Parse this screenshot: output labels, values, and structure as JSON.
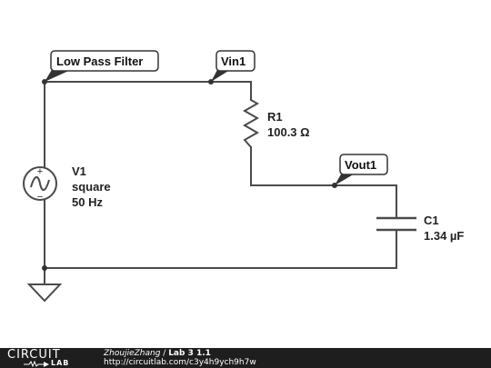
{
  "nets": {
    "main": "Low Pass Filter",
    "vin": "Vin1",
    "vout": "Vout1"
  },
  "source": {
    "name": "V1",
    "waveform": "square",
    "frequency": "50 Hz",
    "plus": "+",
    "minus": "−"
  },
  "resistor": {
    "name": "R1",
    "value": "100.3 Ω"
  },
  "capacitor": {
    "name": "C1",
    "value": "1.34 µF"
  },
  "footer": {
    "logo_top": "CIRCUIT",
    "logo_bottom": "LAB",
    "author": "ZhoujieZhang",
    "separator": " / ",
    "project": "Lab 3 1.1",
    "url": "http://circuitlab.com/c3y4h9ych9h7w"
  },
  "colors": {
    "wire": "#4a4a4a",
    "footer_bg": "#1e1e1e"
  }
}
